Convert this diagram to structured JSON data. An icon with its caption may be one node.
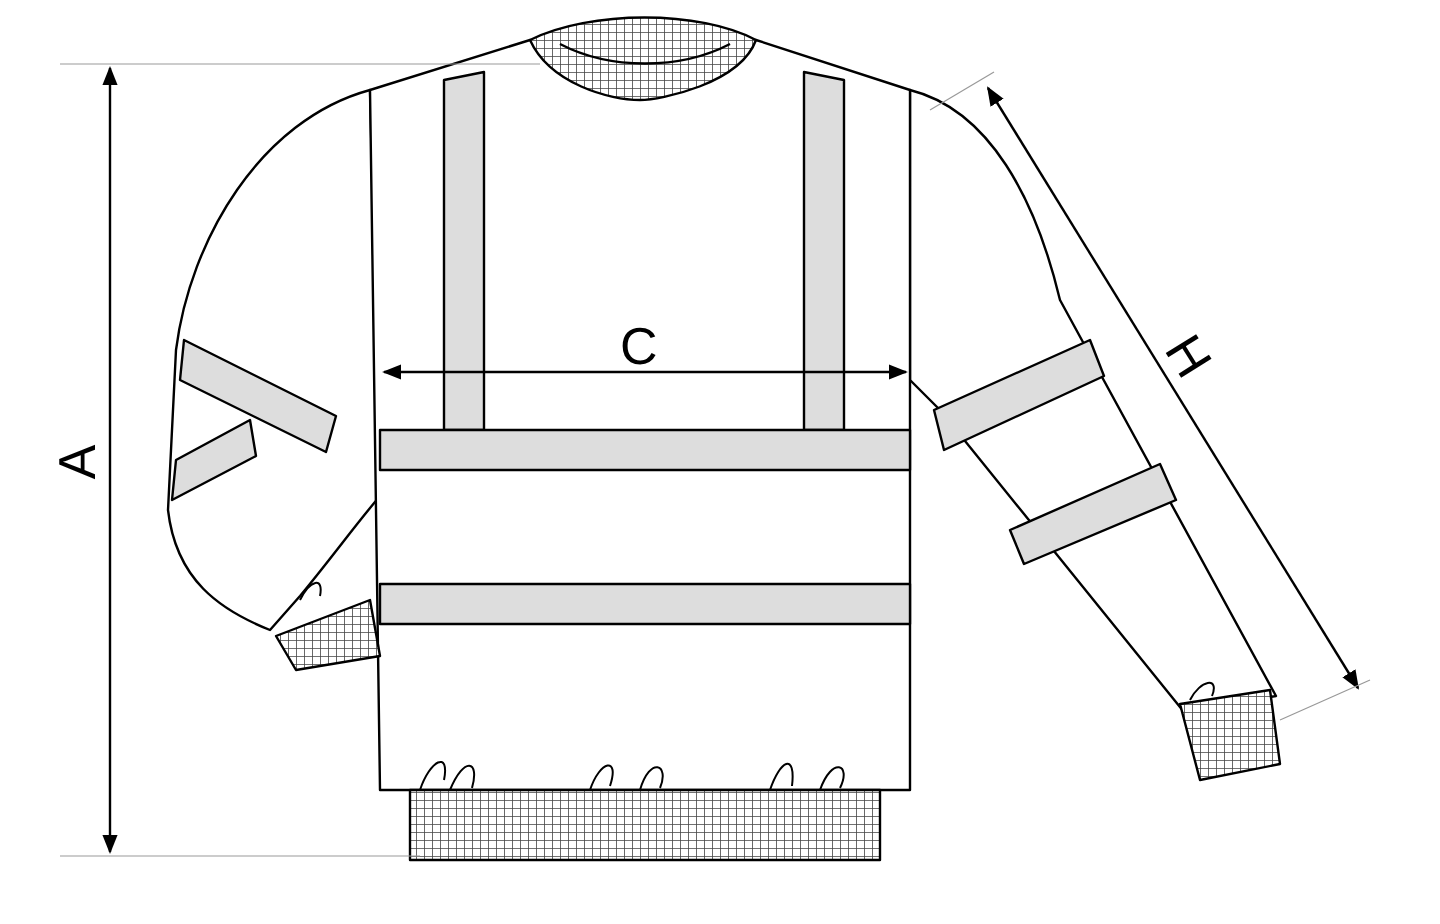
{
  "diagram": {
    "labels": [
      "A",
      "C",
      "H"
    ]
  }
}
